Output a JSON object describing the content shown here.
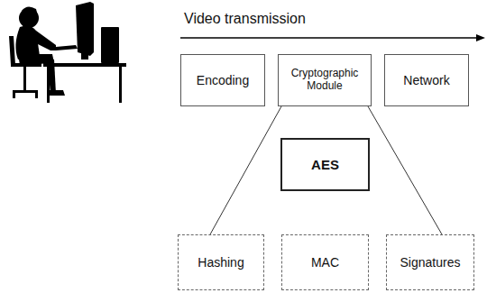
{
  "diagram": {
    "nodes": [
      {
        "text": [
          "Encoding"
        ]
      },
      {
        "text": [
          "Cryptographic Module"
        ]
      },
      {
        "text": [
          "Network"
        ]
      },
      {
        "text": [
          "AES"
        ]
      },
      {
        "text": [
          "Hashing"
        ]
      },
      {
        "text": [
          "MAC"
        ]
      },
      {
        "text": [
          "Signatures"
        ]
      }
    ],
    "edges": [
      {
        "from": 1,
        "to": 4,
        "arrow": "none"
      },
      {
        "from": 1,
        "to": 6,
        "arrow": "none"
      }
    ],
    "labels": [
      "Video transmission"
    ]
  }
}
